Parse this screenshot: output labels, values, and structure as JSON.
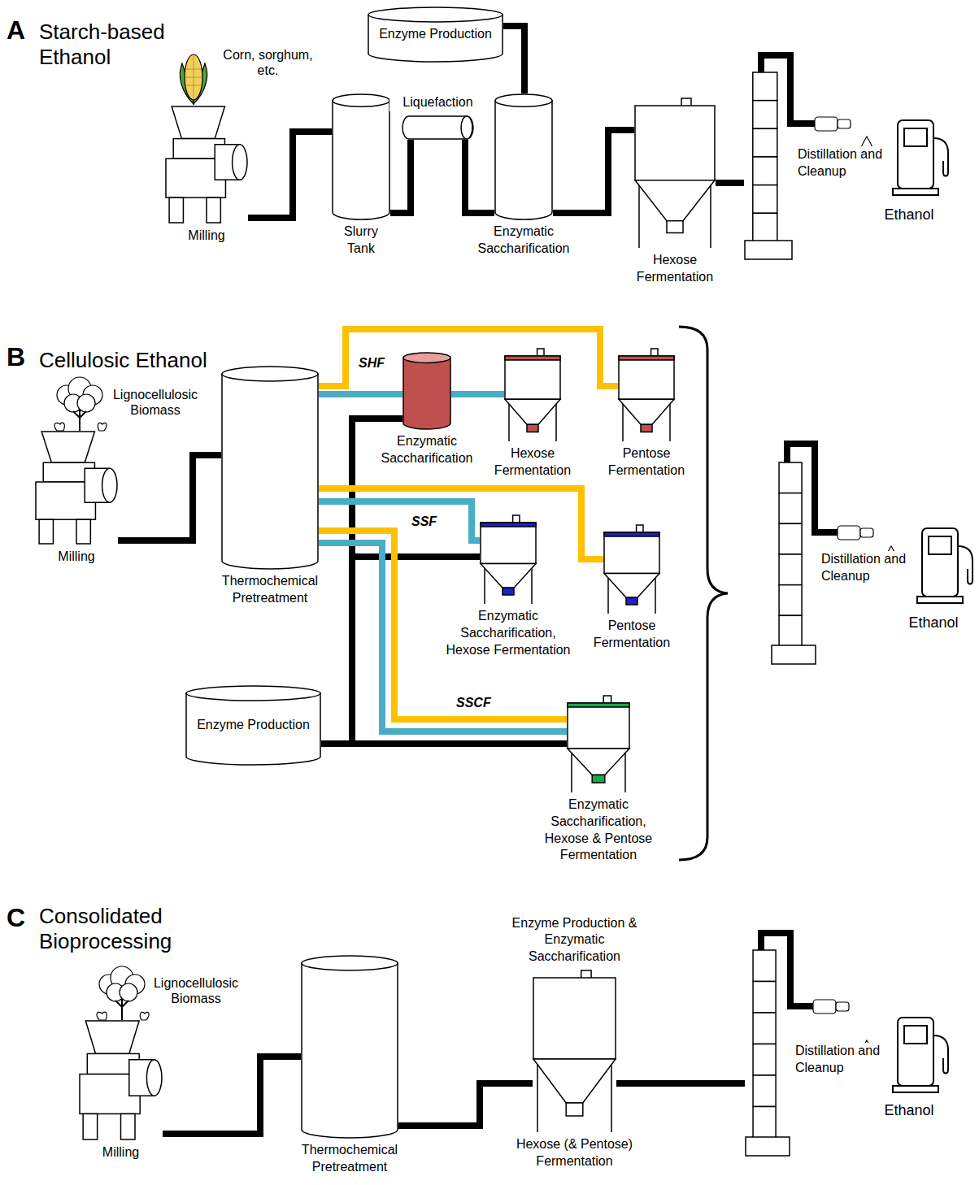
{
  "diagram": {
    "nodes": [
      {
        "text": [
          "Milling"
        ]
      },
      {
        "text": [
          "Slurry Tank"
        ]
      },
      {
        "text": [
          "Liquefaction"
        ]
      },
      {
        "text": [
          "Enzymatic Saccharification"
        ]
      },
      {
        "text": [
          "Enzyme Production"
        ]
      },
      {
        "text": [
          "Hexose Fermentation"
        ]
      },
      {
        "text": [
          "Distillation and Cleanup"
        ]
      },
      {
        "text": [
          "Milling"
        ]
      },
      {
        "text": [
          "Thermochemical Pretreatment"
        ]
      },
      {
        "text": [
          "Enzymatic Saccharification"
        ]
      },
      {
        "text": [
          "Hexose Fermentation"
        ]
      },
      {
        "text": [
          "Pentose Fermentation"
        ]
      },
      {
        "text": [
          "Enzymatic Saccharification, Hexose Fermentation"
        ]
      },
      {
        "text": [
          "Pentose Fermentation"
        ]
      },
      {
        "text": [
          "Enzyme Production"
        ]
      },
      {
        "text": [
          "Enzymatic Saccharification, Hexose & Pentose Fermentation"
        ]
      },
      {
        "text": [
          "Distillation and Cleanup"
        ]
      },
      {
        "text": [
          "Milling"
        ]
      },
      {
        "text": [
          "Thermochemical Pretreatment"
        ]
      },
      {
        "text": [
          "Enzyme Production & Enzymatic Saccharification",
          "Hexose (& Pentose) Fermentation"
        ]
      },
      {
        "text": [
          "Distillation and Cleanup"
        ]
      }
    ],
    "edges": [
      {
        "from": 0,
        "to": 1,
        "arrow": "none"
      },
      {
        "from": 1,
        "to": 2,
        "arrow": "none"
      },
      {
        "from": 2,
        "to": 3,
        "arrow": "none"
      },
      {
        "from": 4,
        "to": 3,
        "arrow": "none"
      },
      {
        "from": 3,
        "to": 5,
        "arrow": "none"
      },
      {
        "from": 5,
        "to": 6,
        "arrow": "none"
      },
      {
        "from": 7,
        "to": 8,
        "arrow": "none"
      },
      {
        "from": 8,
        "to": 9,
        "arrow": "none"
      },
      {
        "from": 9,
        "to": 10,
        "arrow": "none"
      },
      {
        "from": 14,
        "to": 9,
        "arrow": "none"
      },
      {
        "from": 8,
        "to": 11,
        "arrow": "none"
      },
      {
        "from": 8,
        "to": 12,
        "arrow": "none"
      },
      {
        "from": 14,
        "to": 12,
        "arrow": "none"
      },
      {
        "from": 8,
        "to": 13,
        "arrow": "none"
      },
      {
        "from": 8,
        "to": 15,
        "arrow": "none"
      },
      {
        "from": 8,
        "to": 15,
        "arrow": "none"
      },
      {
        "from": 14,
        "to": 15,
        "arrow": "none"
      },
      {
        "from": 17,
        "to": 18,
        "arrow": "none"
      },
      {
        "from": 18,
        "to": 19,
        "arrow": "none"
      },
      {
        "from": 19,
        "to": 20,
        "arrow": "none"
      }
    ],
    "labels": [
      "A",
      "Starch-based Ethanol",
      "Corn, sorghum, etc.",
      "Ethanol",
      "B",
      "Cellulosic Ethanol",
      "Lignocellulosic Biomass",
      "SHF",
      "SSF",
      "SSCF",
      "Ethanol",
      "C",
      "Consolidated Bioprocessing",
      "Lignocellulosic Biomass",
      "Ethanol"
    ]
  }
}
